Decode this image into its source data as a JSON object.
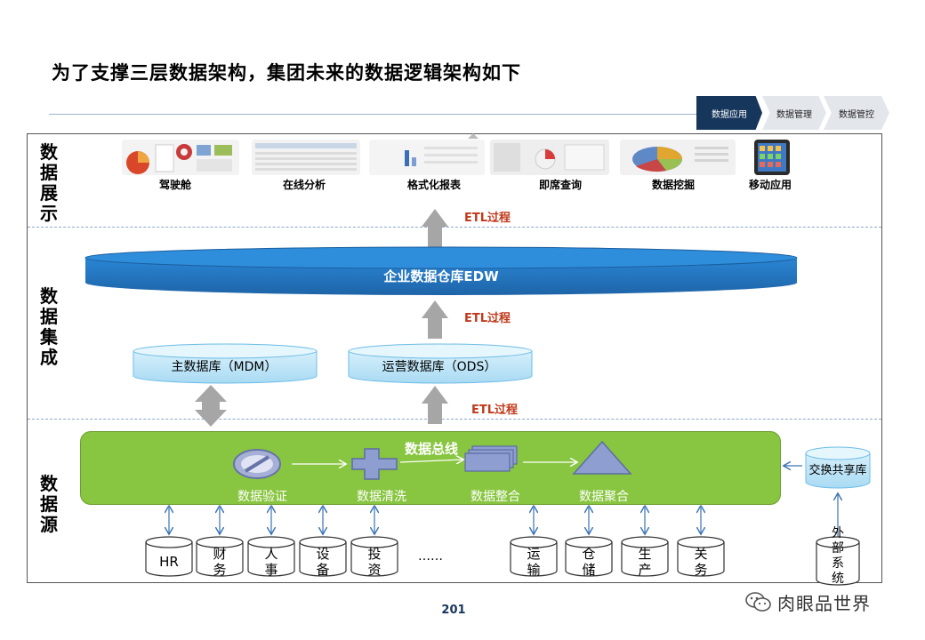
{
  "title": "为了支撑三层数据架构，集团未来的数据逻辑架构如下",
  "tabs": [
    "数据应用",
    "数据管理",
    "数据管控"
  ],
  "layers": {
    "display": "数据展示",
    "integration": "数据集成",
    "source": "数据源"
  },
  "display_items": [
    "驾驶舱",
    "在线分析",
    "格式化报表",
    "即席查询",
    "数据挖掘",
    "移动应用"
  ],
  "etl_label": "ETL过程",
  "edw_label": "企业数据仓库EDW",
  "mdm_label": "主数据库（MDM）",
  "ods_label": "运营数据库（ODS）",
  "bus": {
    "title": "数据总线",
    "steps": [
      "数据验证",
      "数据清洗",
      "数据整合",
      "数据聚合"
    ]
  },
  "sources_left": [
    "HR",
    "财务",
    "人事",
    "设备",
    "投资"
  ],
  "ellipsis": "……",
  "sources_right": [
    "运输",
    "仓储",
    "生产",
    "关务"
  ],
  "exchange_label": "交换共享库",
  "external_label": "外部系统",
  "page_number": "201",
  "watermark": "肉眼品世界",
  "colors": {
    "tab_active": "#16365c",
    "edw_blue": "#2478c4",
    "bus_green": "#88c540",
    "etl_red": "#c0391b",
    "arrow_gray": "#a6a6a6",
    "db_blue": "#bde4f8"
  }
}
